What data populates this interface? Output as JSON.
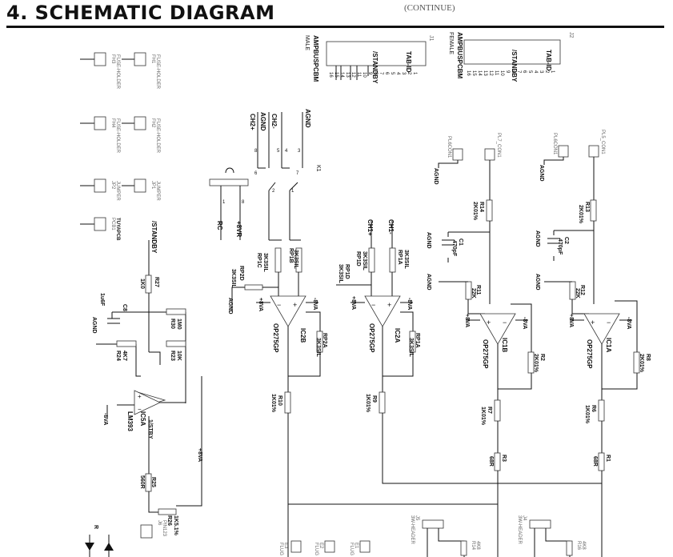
{
  "header": {
    "title": "4. SCHEMATIC DIAGRAM",
    "subtitle": "(CONTINUE)"
  },
  "connectors": {
    "j1": {
      "ref": "J1",
      "title": "AMPBUSPCBM",
      "sub": "MALE",
      "pins": [
        "16",
        "15",
        "14",
        "13",
        "12",
        "11",
        "10",
        "9",
        "8",
        "7",
        "6",
        "5",
        "4",
        "3",
        "2",
        "1"
      ],
      "sig1": "/STANDBY",
      "sig2": "TAB-ID"
    },
    "j2": {
      "ref": "J2",
      "title": "AMPBUSPCBM",
      "sub": "FEMALE",
      "pins": [
        "16",
        "15",
        "14",
        "13",
        "12",
        "11",
        "10",
        "9",
        "8",
        "7",
        "6",
        "5",
        "4",
        "3",
        "2",
        "1"
      ],
      "sig1": "/STANDBY",
      "sig2": "TAB-ID"
    }
  },
  "left_parts": [
    {
      "ref": "FH3",
      "desc": "FUSE-HOLDER"
    },
    {
      "ref": "FH1",
      "desc": "FUSE-HOLDER"
    },
    {
      "ref": "FH4",
      "desc": "FUSE-HOLDER"
    },
    {
      "ref": "FH2",
      "desc": "FUSE-HOLDER"
    },
    {
      "ref": "JP2",
      "desc": "JUMPER"
    },
    {
      "ref": "JP1",
      "desc": "JUMPER"
    },
    {
      "ref": "PCB1",
      "desc": "TUYAPCB"
    }
  ],
  "pl_connectors": [
    {
      "ref": "PL6CON1",
      "label": "AGND"
    },
    {
      "ref": "PL7_CON1",
      "label": ""
    },
    {
      "ref": "PL6CON1",
      "label": "AGND"
    },
    {
      "ref": "PL5_CON1",
      "label": ""
    }
  ],
  "relay": {
    "ref": "K1",
    "pins": [
      "8",
      "5",
      "4",
      "3",
      "6",
      "7",
      "2",
      "1"
    ],
    "nets": [
      "AGND",
      "CH2-",
      "AGND",
      "CH2+"
    ],
    "rc": "RC",
    "vcc": "+8VR",
    "sw_pins": [
      "1",
      "8"
    ]
  },
  "net_labels": {
    "ch1p": "CH1+",
    "ch1m": "CH1-",
    "agnd": "AGND",
    "plus8va": "+8VA",
    "minus8va": "-8VA",
    "standby": "/STANDBY"
  },
  "resistors": {
    "r1b": "RP1B",
    "r1b_v": "3K3SIL",
    "r1c": "RP1C",
    "r1c_v": "3K3SIL",
    "r2d": "RP2D",
    "r2d_v": "3K3SIL",
    "r1d": "RP1D",
    "r1d_v": "3K3SIL",
    "r2a": "RP2A",
    "r2a_v": "3K3SIL",
    "r1a": "RP1A",
    "r1a_v": "3K3SIL",
    "r27": "R27",
    "r27_v": "1K0",
    "r30": "R30",
    "r30_v": "1M0",
    "r23": "R23",
    "r23_v": "10K",
    "r24": "R24",
    "r24_v": "4K7",
    "r25": "R25",
    "r25_v": "560R",
    "r26": "R26",
    "r26_v": "1K5.1%",
    "r14": "R14",
    "r14_v": "2K01%",
    "r13": "R13",
    "r13_v": "2K01%",
    "r11": "R11",
    "r11_v": "22K",
    "r12": "R12",
    "r12_v": "22K",
    "r2": "R2",
    "r2_v": "2K01%",
    "r8": "R8",
    "r8_v": "2K01%",
    "r10": "R10",
    "r10_v": "1K01%",
    "r9": "R9",
    "r9_v": "1K01%",
    "r7": "R7",
    "r7_v": "1K01%",
    "r6": "R6",
    "r6_v": "1K01%",
    "r3": "R3",
    "r3_v": "68R",
    "r1": "R1",
    "r1_v": "68R"
  },
  "capacitors": {
    "c8": "C8",
    "c8_v": "1u6F",
    "c1": "C1",
    "c1_v": "470pF",
    "c2": "C2",
    "c2_v": "470pF"
  },
  "opamps": {
    "ic2b": "IC2B",
    "ic2b_v": "OP275GP",
    "ic2a": "IC2A",
    "ic2a_v": "OP275GP",
    "ic1b": "IC1B",
    "ic1b_v": "OP275GP",
    "ic1a": "IC1A",
    "ic1a_v": "OP275GP",
    "ic5a": "IC5A",
    "ic5a_v": "LM393",
    "ic5a_n": "1/STBY"
  },
  "bottom": {
    "j6": "J6",
    "j6_v": "PIN123",
    "j5": "J5",
    "j5_v": "3W-HEADER",
    "j4": "J4",
    "j4_v": "3W-HEADER",
    "e3": "E3",
    "e3_v": "FLUG",
    "e2": "E2",
    "e2_v": "FLUG",
    "e1": "E1",
    "e1_v": "FLUG",
    "r": "R",
    "r15": "R14",
    "r15_v": "4K8",
    "r16": "R16",
    "r16_v": "4K8"
  }
}
